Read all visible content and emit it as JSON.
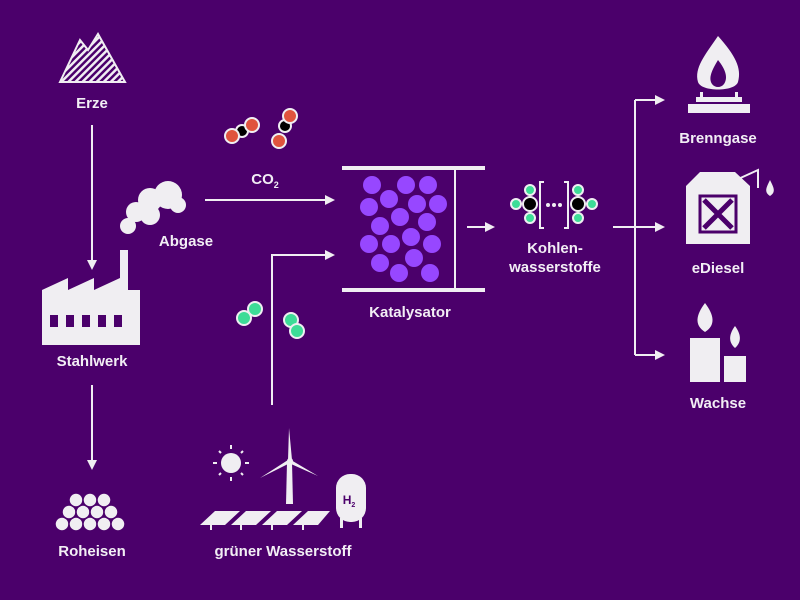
{
  "nodes": {
    "ore": "Erze",
    "steel_plant": "Stahlwerk",
    "pig_iron": "Roheisen",
    "exhaust": "Abgase",
    "co2": {
      "main": "CO",
      "sub": "2"
    },
    "catalyst": "Katalysator",
    "hydrocarbons": {
      "line1": "Kohlen-",
      "line2": "wasserstoffe"
    },
    "fuel_gas": "Brenngase",
    "ediesel": "eDiesel",
    "waxes": "Wachse",
    "green_hydrogen": "grüner Wasserstoff",
    "h2_tank": {
      "main": "H",
      "sub": "2"
    }
  },
  "colors": {
    "background": "#4b006b",
    "catalyst": "#9747ff",
    "oxygen": "#e0533d",
    "hydrogen": "#3ddc97",
    "foreground": "#f0eef2"
  }
}
